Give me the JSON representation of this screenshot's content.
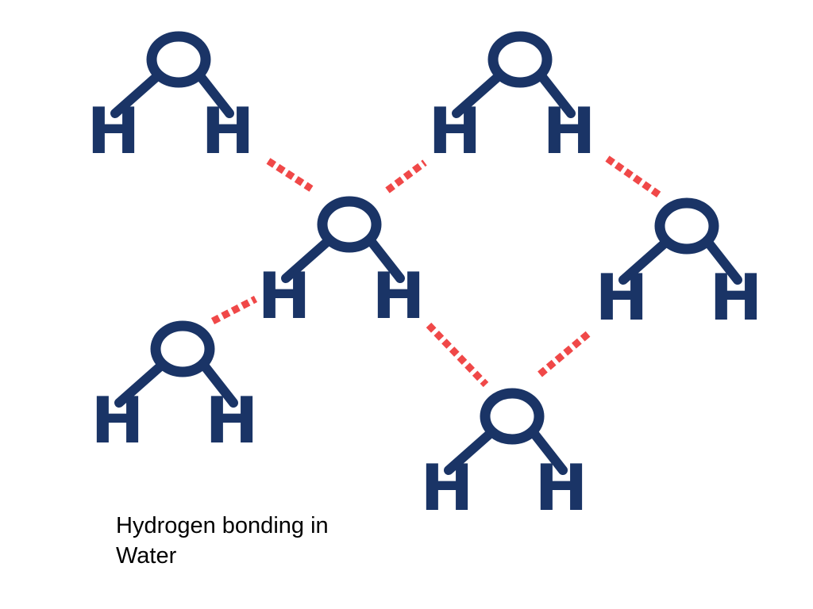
{
  "diagram": {
    "caption_lines": [
      "Hydrogen bonding in",
      "Water"
    ],
    "oxygen_symbol": "",
    "hydrogen_symbol": "H",
    "molecule_color": "#1a3466",
    "bond_color": "#f04848",
    "molecule_count": 6,
    "hydrogen_bond_count": 6
  }
}
